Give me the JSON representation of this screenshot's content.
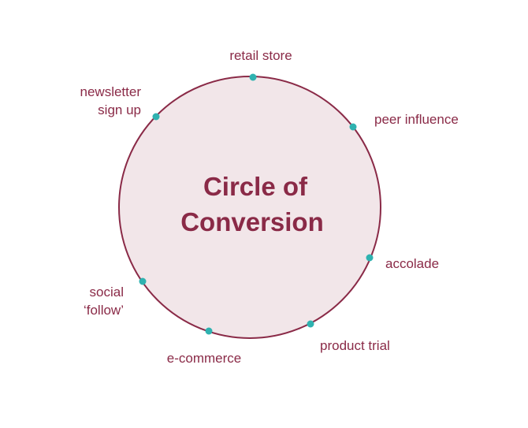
{
  "colors": {
    "circle_fill": "#f2e6e9",
    "circle_stroke": "#8a2a47",
    "text": "#8a2a47",
    "node": "#2fb2b0"
  },
  "title": {
    "line1": "Circle of",
    "line2": "Conversion"
  },
  "nodes": [
    {
      "id": "retail-store",
      "lines": [
        "retail store"
      ]
    },
    {
      "id": "peer-influence",
      "lines": [
        "peer influence"
      ]
    },
    {
      "id": "accolade",
      "lines": [
        "accolade"
      ]
    },
    {
      "id": "product-trial",
      "lines": [
        "product trial"
      ]
    },
    {
      "id": "e-commerce",
      "lines": [
        "e-commerce"
      ]
    },
    {
      "id": "social-follow",
      "lines": [
        "social",
        "‘follow’"
      ]
    },
    {
      "id": "newsletter-sign-up",
      "lines": [
        "newsletter",
        "sign up"
      ]
    }
  ]
}
